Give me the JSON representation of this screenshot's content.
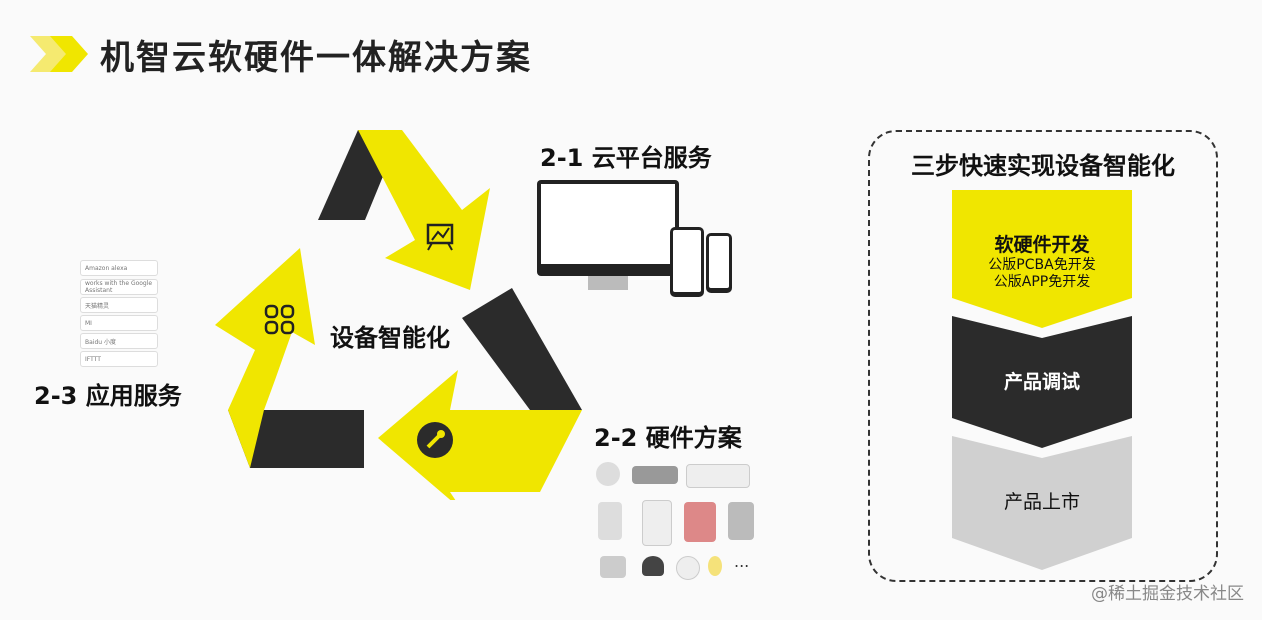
{
  "title": "机智云软硬件一体解决方案",
  "center_label": "设备智能化",
  "sections": {
    "cloud": "2-1 云平台服务",
    "hardware": "2-2 硬件方案",
    "apps": "2-3 应用服务"
  },
  "app_logos": [
    "Amazon alexa",
    "works with the Google Assistant",
    "天猫精灵",
    "MI",
    "Baidu 小度",
    "IFTTT"
  ],
  "hardware_more": "...",
  "steps": {
    "title": "三步快速实现设备智能化",
    "items": [
      {
        "main": "软硬件开发",
        "subs": [
          "公版PCBA免开发",
          "公版APP免开发"
        ]
      },
      {
        "main": "产品调试"
      },
      {
        "main": "产品上市"
      }
    ]
  },
  "colors": {
    "yellow": "#f0e600",
    "dark": "#2b2b2b",
    "gray": "#cfcfcf"
  },
  "icons": [
    "presentation-chart-icon",
    "wrench-icon",
    "apps-grid-icon"
  ],
  "watermark": "@稀土掘金技术社区"
}
